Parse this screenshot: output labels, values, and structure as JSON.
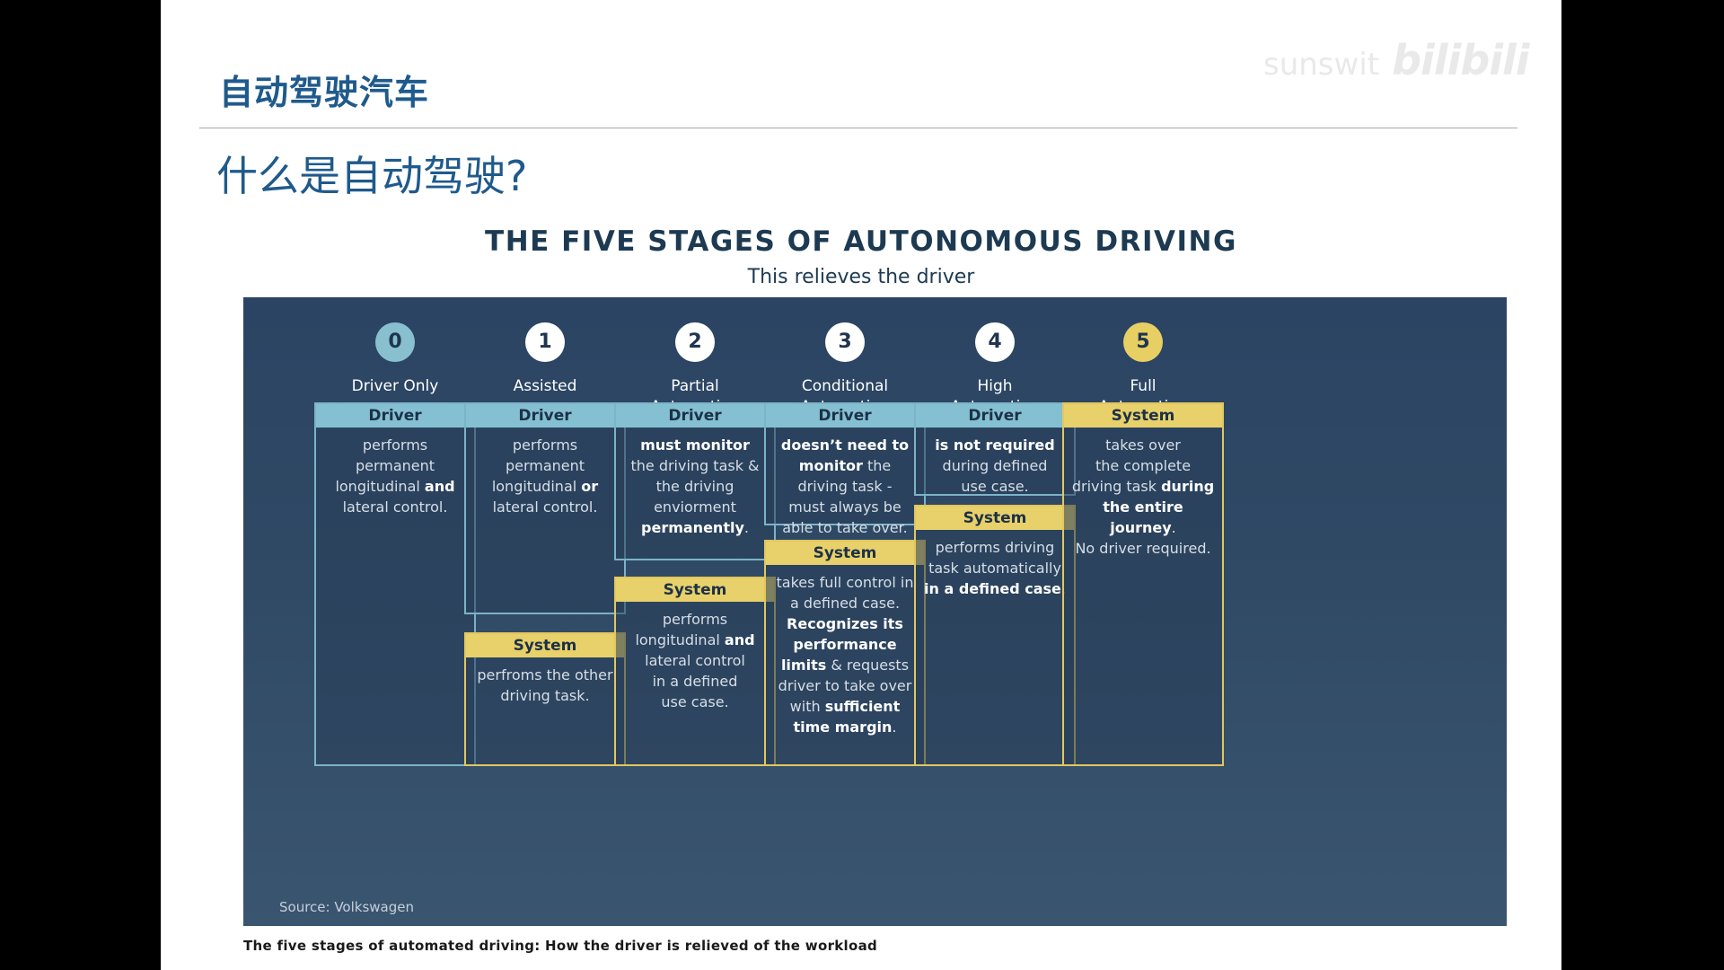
{
  "header": {
    "title": "自动驾驶汽车",
    "question": "什么是自动驾驶?"
  },
  "watermark": {
    "user": "sunswit",
    "brand": "bilibili"
  },
  "infographic": {
    "heading": "THE FIVE STAGES OF AUTONOMOUS DRIVING",
    "subheading": "This relieves the driver",
    "source": "Source: Volkswagen",
    "caption": "The five stages of automated driving: How the driver is relieved of the workload",
    "colors": {
      "panel": "#2b4463",
      "driver_accent": "#85bfd2",
      "system_accent": "#e8d06a",
      "title_blue": "#1f5a8c"
    },
    "stages": [
      {
        "number": "0",
        "name": "Driver Only",
        "badge_color": "blue",
        "boxes": [
          {
            "label": "Driver",
            "kind": "driver",
            "parts": [
              {
                "text": "performs\npermanent\nlongitudinal "
              },
              {
                "text": "and",
                "bold": true
              },
              {
                "text": "\nlateral control."
              }
            ]
          }
        ]
      },
      {
        "number": "1",
        "name": "Assisted",
        "badge_color": "white",
        "boxes": [
          {
            "label": "Driver",
            "kind": "driver",
            "parts": [
              {
                "text": "performs\npermanent\nlongitudinal "
              },
              {
                "text": "or",
                "bold": true
              },
              {
                "text": "\nlateral control."
              }
            ]
          },
          {
            "label": "System",
            "kind": "system",
            "parts": [
              {
                "text": "perfroms the other\ndriving task."
              }
            ]
          }
        ]
      },
      {
        "number": "2",
        "name": "Partial\nAutomation",
        "badge_color": "white",
        "boxes": [
          {
            "label": "Driver",
            "kind": "driver",
            "parts": [
              {
                "text": "must monitor",
                "bold": true
              },
              {
                "text": "\nthe driving task &\nthe driving\nenviorment\n"
              },
              {
                "text": "permanently",
                "bold": true
              },
              {
                "text": "."
              }
            ]
          },
          {
            "label": "System",
            "kind": "system",
            "parts": [
              {
                "text": "performs\nlongitudinal "
              },
              {
                "text": "and",
                "bold": true
              },
              {
                "text": "\nlateral control\nin a defined\nuse case."
              }
            ]
          }
        ]
      },
      {
        "number": "3",
        "name": "Conditional\nAutomation",
        "badge_color": "white",
        "boxes": [
          {
            "label": "Driver",
            "kind": "driver",
            "parts": [
              {
                "text": "doesn’t need to\nmonitor",
                "bold": true
              },
              {
                "text": " the\ndriving task -\nmust always be\nable to take over."
              }
            ]
          },
          {
            "label": "System",
            "kind": "system",
            "parts": [
              {
                "text": "takes full control in\na defined case.\n"
              },
              {
                "text": "Recognizes its\nperformance\nlimits",
                "bold": true
              },
              {
                "text": " & requests\ndriver to take over\nwith "
              },
              {
                "text": "sufficient\ntime margin",
                "bold": true
              },
              {
                "text": "."
              }
            ]
          }
        ]
      },
      {
        "number": "4",
        "name": "High\nAutomation",
        "badge_color": "white",
        "boxes": [
          {
            "label": "Driver",
            "kind": "driver",
            "parts": [
              {
                "text": "is not required",
                "bold": true
              },
              {
                "text": "\nduring defined\nuse case."
              }
            ]
          },
          {
            "label": "System",
            "kind": "system",
            "parts": [
              {
                "text": "performs driving\ntask automatically\n"
              },
              {
                "text": "in a defined case",
                "bold": true
              },
              {
                "text": "."
              }
            ]
          }
        ]
      },
      {
        "number": "5",
        "name": "Full\nAutomation",
        "badge_color": "yellow",
        "boxes": [
          {
            "label": "System",
            "kind": "system",
            "parts": [
              {
                "text": "takes over\nthe complete\ndriving task "
              },
              {
                "text": "during\nthe entire journey",
                "bold": true
              },
              {
                "text": ".\nNo driver required."
              }
            ]
          }
        ]
      }
    ]
  }
}
